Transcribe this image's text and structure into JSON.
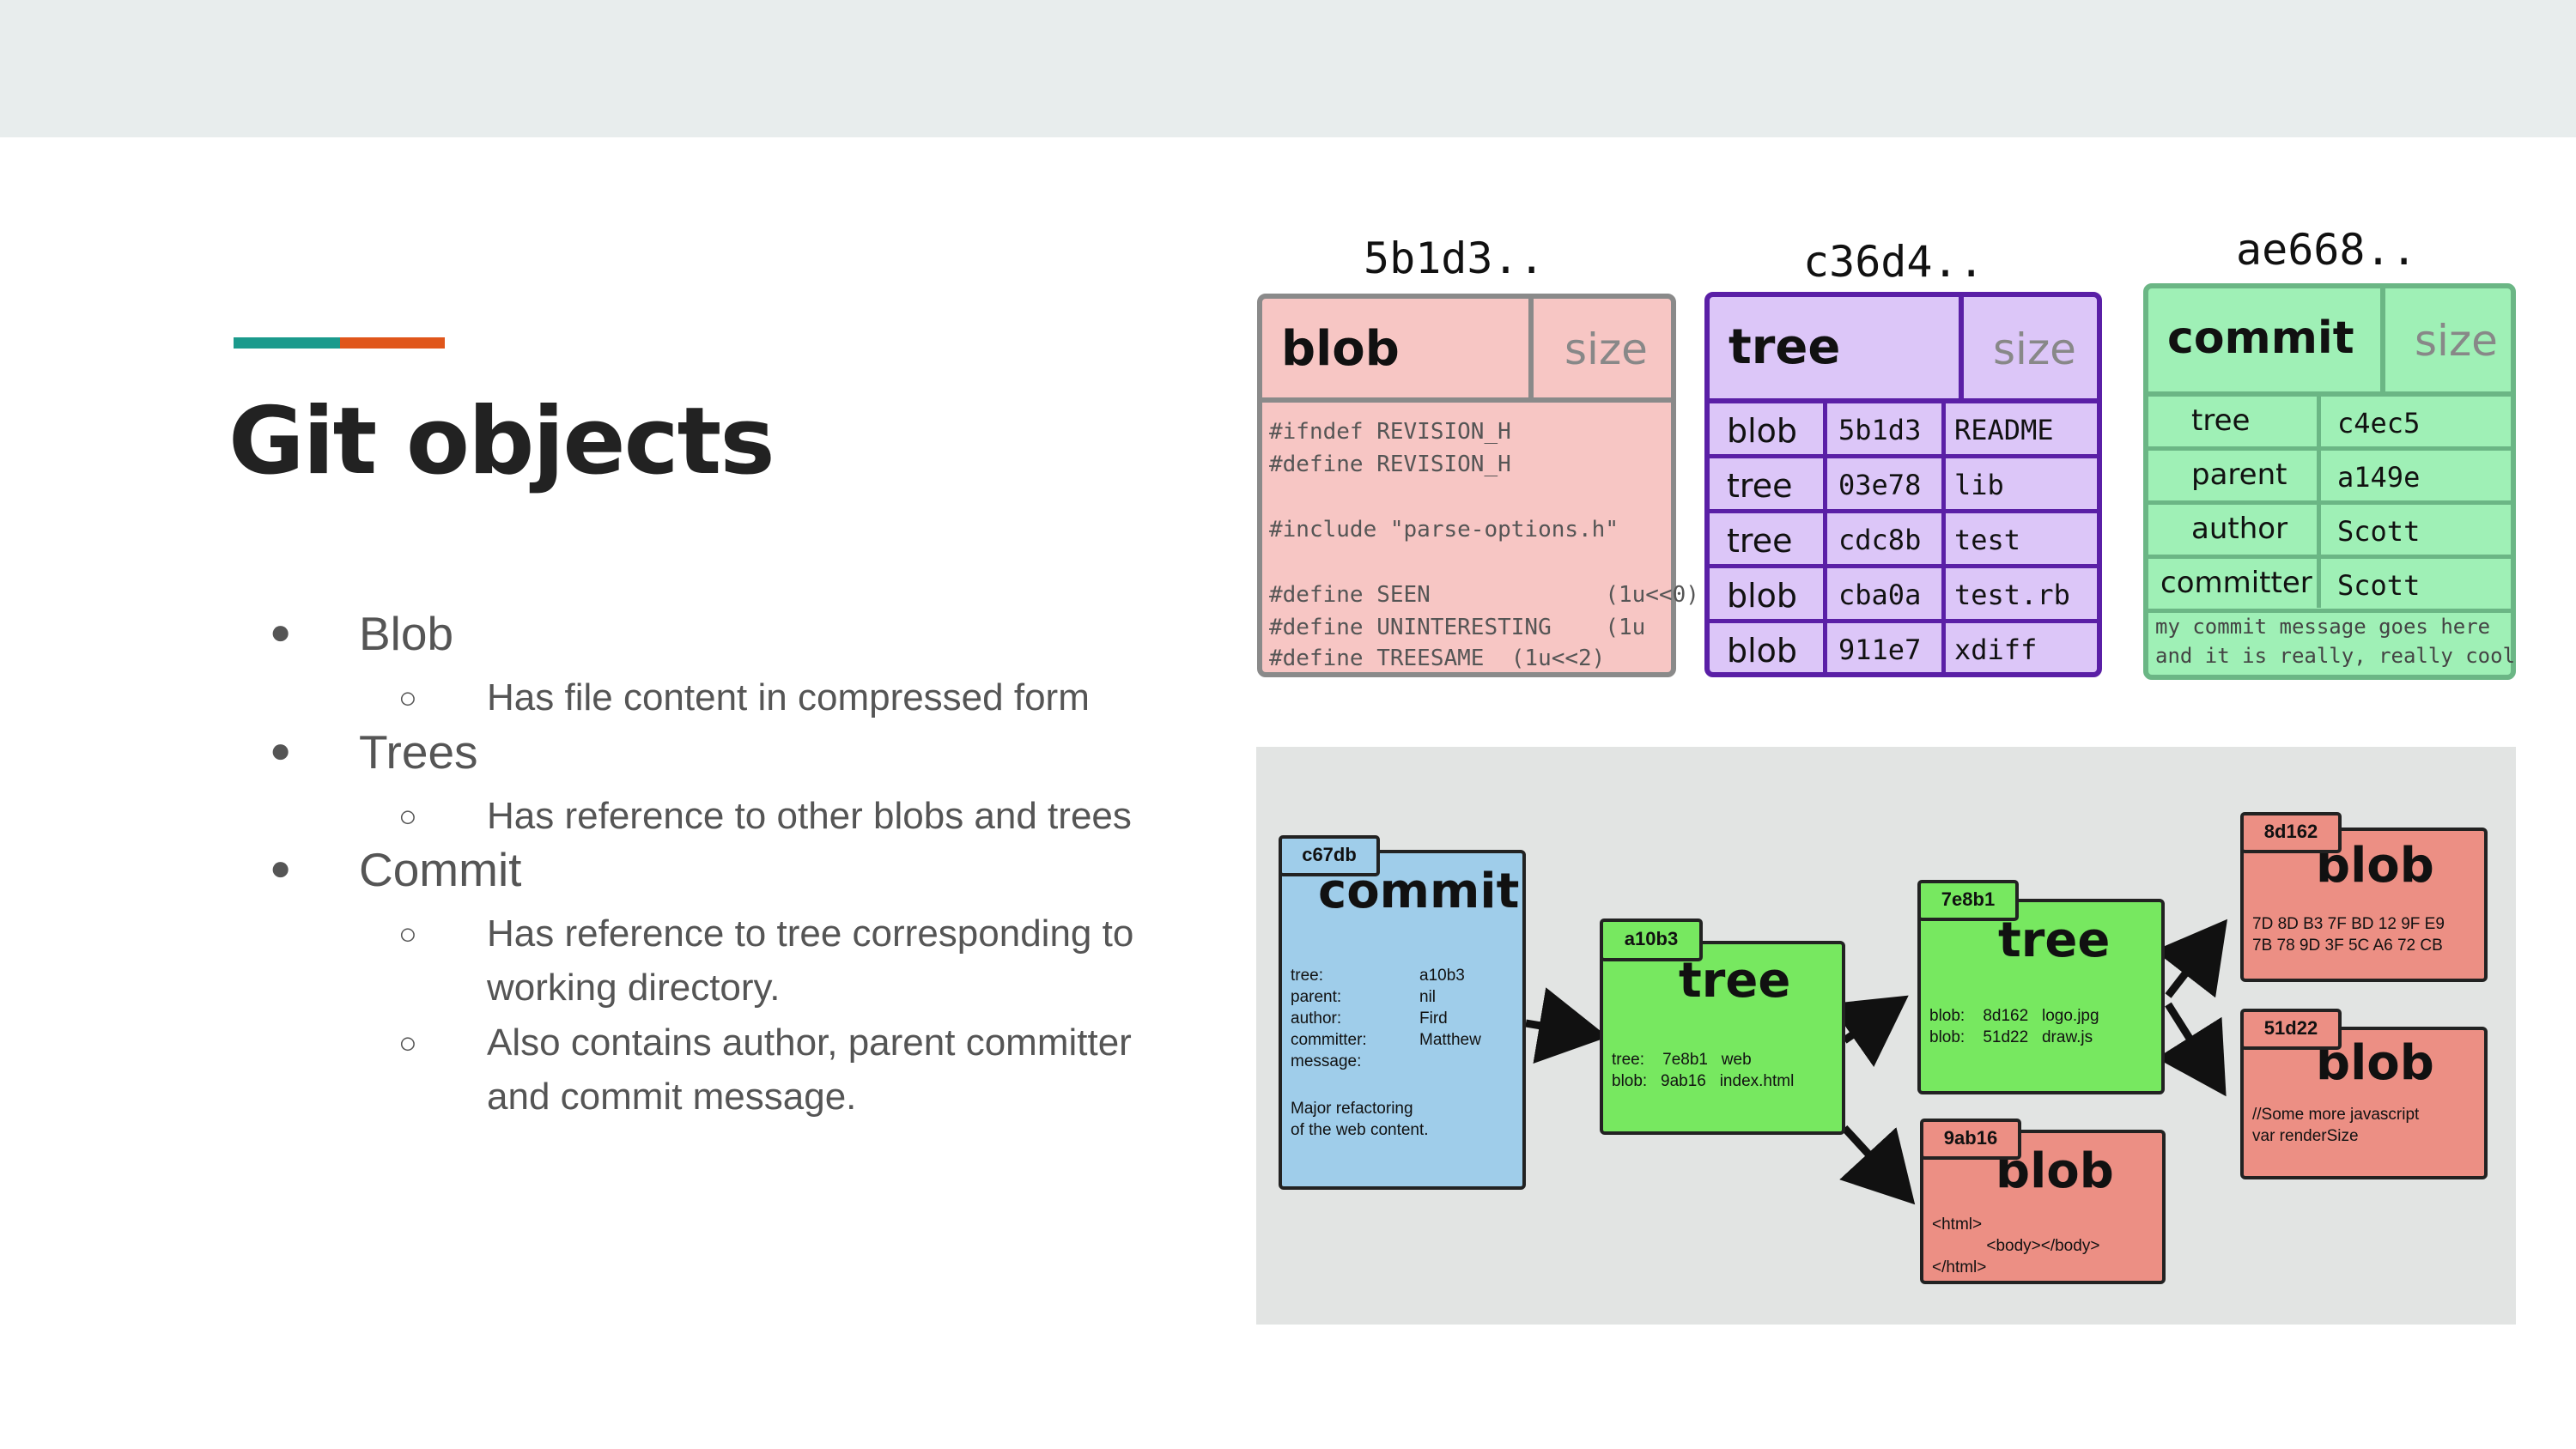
{
  "slide": {
    "title": "Git objects",
    "bullets": [
      {
        "label": "Blob",
        "sub": [
          "Has  file content in compressed form"
        ]
      },
      {
        "label": "Trees",
        "sub": [
          "Has reference to other blobs and trees"
        ]
      },
      {
        "label": "Commit",
        "sub": [
          "Has reference to tree corresponding to working directory.",
          "Also contains author, parent committer and commit message."
        ]
      }
    ],
    "bullet_glyph": "●",
    "sub_glyph": "○"
  },
  "objects": {
    "blob": {
      "hash": "5b1d3..",
      "name": "blob",
      "size": "size",
      "code": [
        "#ifndef REVISION_H",
        "#define REVISION_H",
        "",
        "#include \"parse-options.h\"",
        "",
        "#define SEEN             (1u<<0)",
        "#define UNINTERESTING    (1u",
        "#define TREESAME  (1u<<2)"
      ],
      "fill": "#f7c6c4",
      "border": "#8a8a8a"
    },
    "tree": {
      "hash": "c36d4..",
      "name": "tree",
      "size": "size",
      "rows": [
        {
          "type": "blob",
          "hash": "5b1d3",
          "name": "README"
        },
        {
          "type": "tree",
          "hash": "03e78",
          "name": "lib"
        },
        {
          "type": "tree",
          "hash": "cdc8b",
          "name": "test"
        },
        {
          "type": "blob",
          "hash": "cba0a",
          "name": "test.rb"
        },
        {
          "type": "blob",
          "hash": "911e7",
          "name": "xdiff"
        }
      ],
      "fill": "#dcc6f8",
      "border": "#5a1fa6"
    },
    "commit": {
      "hash": "ae668..",
      "name": "commit",
      "size": "size",
      "rows": [
        {
          "key": "tree",
          "value": "c4ec5"
        },
        {
          "key": "parent",
          "value": "a149e"
        },
        {
          "key": "author",
          "value": "Scott"
        },
        {
          "key": "committer",
          "value": "Scott"
        }
      ],
      "message": [
        "my commit message goes here",
        "and it is really, really cool"
      ],
      "fill": "#9ff0b6",
      "border": "#6bb685"
    }
  },
  "diagram": {
    "commit": {
      "id": "c67db",
      "title": "commit",
      "keys": "tree:\nparent:\nauthor:\ncommitter:\nmessage:",
      "values": "a10b3\nnil\nFird\nMatthew",
      "message": "Major refactoring\nof the web content.",
      "fill": "#9fcdea"
    },
    "tree1": {
      "id": "a10b3",
      "title": "tree",
      "entries": "tree:    7e8b1   web\nblob:   9ab16   index.html",
      "fill": "#77e860"
    },
    "tree2": {
      "id": "7e8b1",
      "title": "tree",
      "entries": "blob:    8d162   logo.jpg\nblob:    51d22   draw.js",
      "fill": "#77e860"
    },
    "blob1": {
      "id": "8d162",
      "title": "blob",
      "content": "7D 8D B3 7F BD 12 9F E9\n7B 78 9D 3F 5C A6 72 CB",
      "fill": "#ec8f84"
    },
    "blob2": {
      "id": "51d22",
      "title": "blob",
      "content": "//Some more javascript\nvar renderSize",
      "fill": "#ec8f84"
    },
    "blob3": {
      "id": "9ab16",
      "title": "blob",
      "content": "<html>\n            <body></body>\n</html>",
      "fill": "#ec8f84"
    }
  }
}
